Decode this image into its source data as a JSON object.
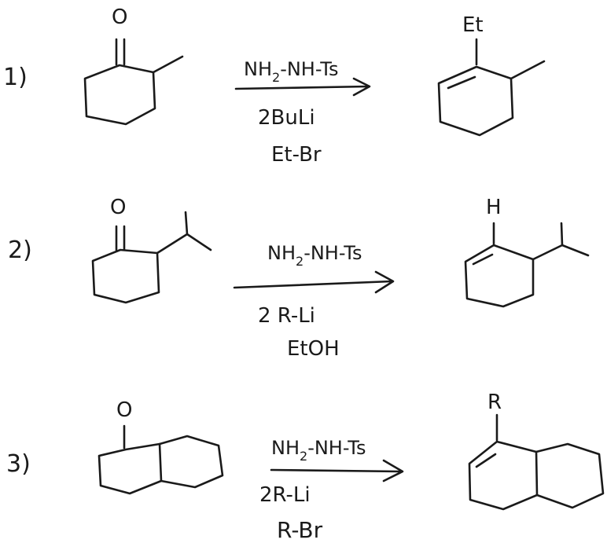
{
  "reactions": [
    {
      "number": "1)",
      "reactant_atom": "O",
      "reagents": {
        "line1_a": "NH",
        "line1_sub": "2",
        "line1_b": "-NH-Ts",
        "line2": "2BuLi",
        "line3": "Et-Br"
      },
      "product_atom": "Et"
    },
    {
      "number": "2)",
      "reactant_atom": "O",
      "reagents": {
        "line1_a": "NH",
        "line1_sub": "2",
        "line1_b": "-NH-Ts",
        "line2": "2 R-Li",
        "line3": "EtOH"
      },
      "product_atom": "H"
    },
    {
      "number": "3)",
      "reactant_atom": "O",
      "reagents": {
        "line1_a": "NH",
        "line1_sub": "2",
        "line1_b": "-NH-Ts",
        "line2": "2R-Li",
        "line3": "R-Br"
      },
      "product_atom": "R"
    }
  ],
  "ink_color": "#1a1a1a"
}
